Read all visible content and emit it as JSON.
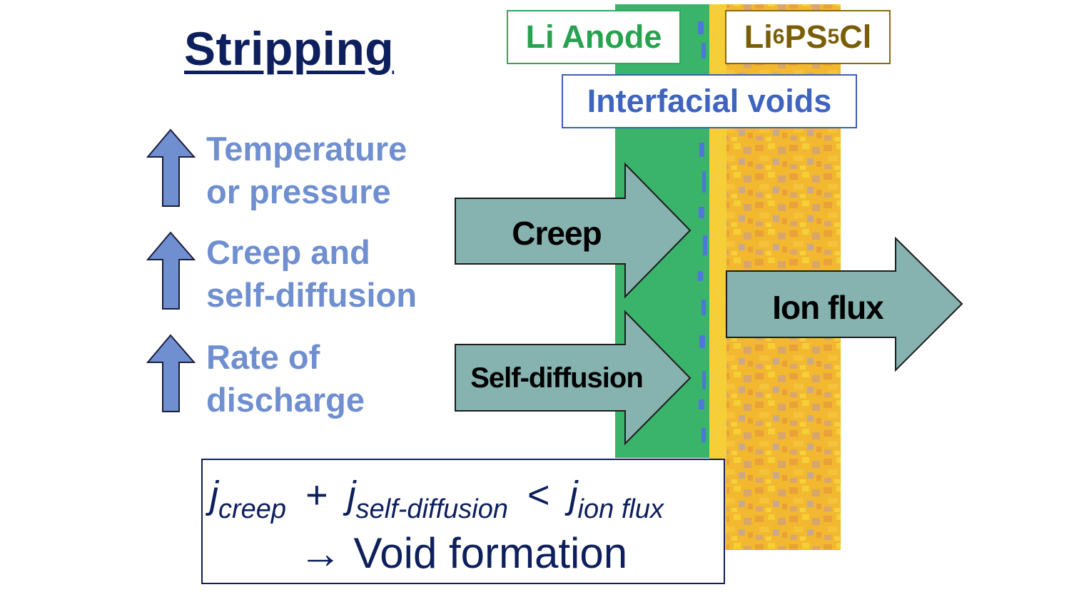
{
  "title": "Stripping",
  "factors": [
    {
      "line1": "Temperature",
      "line2": "or pressure"
    },
    {
      "line1": "Creep and",
      "line2": "self-diffusion"
    },
    {
      "line1": "Rate of",
      "line2": "discharge"
    }
  ],
  "labels": {
    "anode": "Li Anode",
    "electrolyte": {
      "p1": "Li",
      "s1": "6",
      "p2": "PS",
      "s2": "5",
      "p3": "Cl"
    },
    "voids": "Interfacial voids"
  },
  "arrows": {
    "creep": "Creep",
    "self_diffusion": "Self-diffusion",
    "ion_flux": "Ion flux"
  },
  "equation": {
    "j": "j",
    "creep_sub": "creep",
    "plus": "+",
    "selfdiff_sub": "self-diffusion",
    "less_than": "<",
    "ionflux_sub": "ion flux",
    "result": "→ Void formation"
  },
  "colors": {
    "title": "#0d1f5c",
    "factor_text": "#6f8fd0",
    "up_arrow": "#6f8fd0",
    "anode": "#3ab36b",
    "electrolyte": "#f3c22a",
    "voids": "#4f78d6",
    "flow_arrow": "#86b2b0"
  },
  "icons": {
    "up_arrow": "up-arrow-icon",
    "flow_arrow": "right-arrow-icon"
  }
}
